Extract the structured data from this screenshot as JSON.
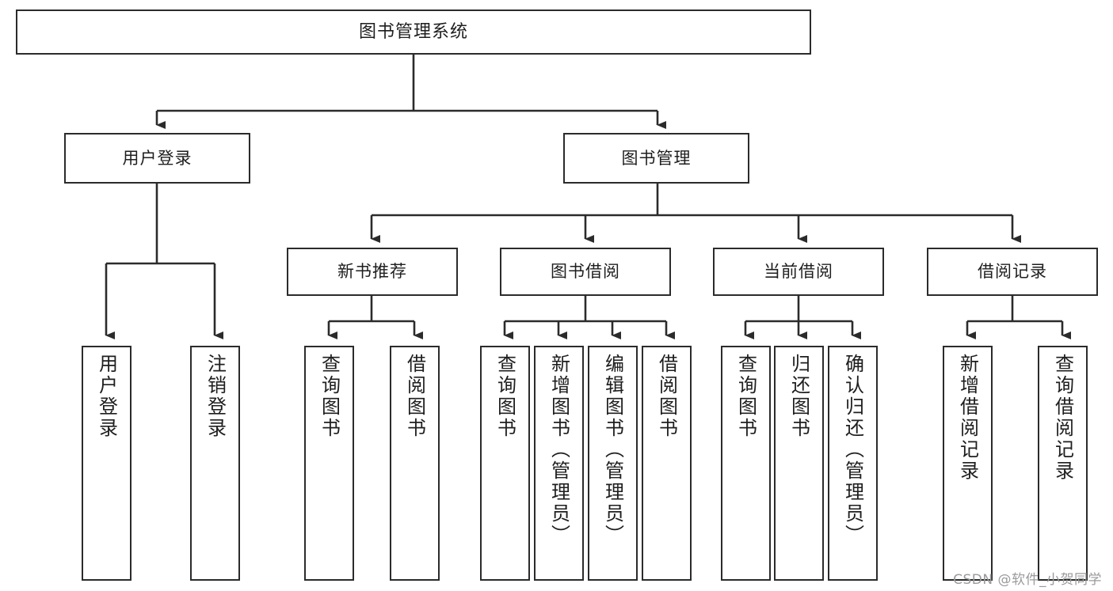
{
  "diagram": {
    "title": "图书管理系统",
    "watermark": "CSDN @软件_小贺同学",
    "colors": {
      "box_border": "#2b2b2b",
      "box_fill": "#ffffff",
      "connector": "#2b2b2b",
      "text": "#1e1e1e",
      "watermark": "#9a9a9a",
      "background": "#ffffff"
    },
    "root": {
      "label": "图书管理系统"
    },
    "level2": [
      {
        "label": "用户登录"
      },
      {
        "label": "图书管理"
      }
    ],
    "level3": [
      {
        "label": "新书推荐"
      },
      {
        "label": "图书借阅"
      },
      {
        "label": "当前借阅"
      },
      {
        "label": "借阅记录"
      }
    ],
    "leaves": {
      "user_login": [
        {
          "label": "用户登录"
        },
        {
          "label": "注销登录"
        }
      ],
      "new_book_recommend": [
        {
          "label": "查询图书"
        },
        {
          "label": "借阅图书"
        }
      ],
      "book_borrow": [
        {
          "label": "查询图书"
        },
        {
          "label": "新增图书（管理员）"
        },
        {
          "label": "编辑图书（管理员）"
        },
        {
          "label": "借阅图书"
        }
      ],
      "current_borrow": [
        {
          "label": "查询图书"
        },
        {
          "label": "归还图书"
        },
        {
          "label": "确认归还（管理员）"
        }
      ],
      "borrow_record": [
        {
          "label": "新增借阅记录"
        },
        {
          "label": "查询借阅记录"
        }
      ]
    }
  }
}
